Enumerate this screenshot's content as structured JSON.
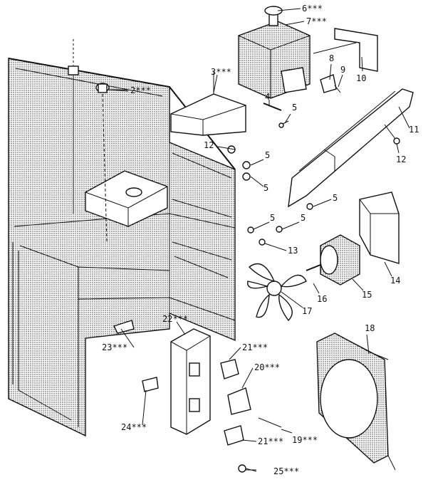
{
  "diagram": {
    "callouts": [
      {
        "id": "c1",
        "text": "6***"
      },
      {
        "id": "c2",
        "text": "7***"
      },
      {
        "id": "c3",
        "text": "8"
      },
      {
        "id": "c4",
        "text": "9"
      },
      {
        "id": "c5",
        "text": "10"
      },
      {
        "id": "c6",
        "text": "2***"
      },
      {
        "id": "c7",
        "text": "3***"
      },
      {
        "id": "c8",
        "text": "4"
      },
      {
        "id": "c9",
        "text": "5"
      },
      {
        "id": "c10",
        "text": "11"
      },
      {
        "id": "c11",
        "text": "12"
      },
      {
        "id": "c12",
        "text": "5"
      },
      {
        "id": "c13",
        "text": "5"
      },
      {
        "id": "c14",
        "text": "12"
      },
      {
        "id": "c15",
        "text": "5"
      },
      {
        "id": "c16",
        "text": "5"
      },
      {
        "id": "c17",
        "text": "5"
      },
      {
        "id": "c18",
        "text": "13"
      },
      {
        "id": "c19",
        "text": "14"
      },
      {
        "id": "c20",
        "text": "15"
      },
      {
        "id": "c21",
        "text": "16"
      },
      {
        "id": "c22",
        "text": "17"
      },
      {
        "id": "c23",
        "text": "18"
      },
      {
        "id": "c24",
        "text": "22***"
      },
      {
        "id": "c25",
        "text": "23***"
      },
      {
        "id": "c26",
        "text": "21***"
      },
      {
        "id": "c27",
        "text": "20***"
      },
      {
        "id": "c28",
        "text": "24***"
      },
      {
        "id": "c29",
        "text": "19***"
      },
      {
        "id": "c30",
        "text": "21***"
      },
      {
        "id": "c31",
        "text": "25***"
      }
    ]
  },
  "colors": {
    "ink": "#111111",
    "background": "#ffffff"
  }
}
